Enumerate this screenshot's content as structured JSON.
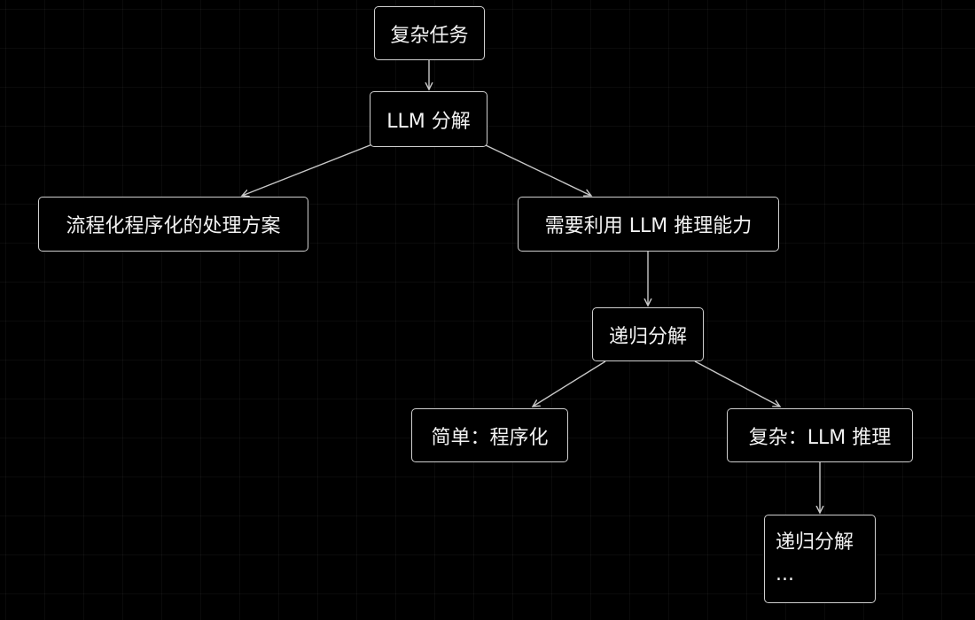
{
  "diagram": {
    "nodes": [
      {
        "id": "complex_task",
        "label": "复杂任务"
      },
      {
        "id": "llm_decompose",
        "label": "LLM 分解"
      },
      {
        "id": "procedural_plan",
        "label": "流程化程序化的处理方案"
      },
      {
        "id": "need_llm_reasoning",
        "label": "需要利用 LLM 推理能力"
      },
      {
        "id": "recursive_decompose",
        "label": "递归分解"
      },
      {
        "id": "simple_procedural",
        "label": "简单：程序化"
      },
      {
        "id": "complex_llm_reasoning",
        "label": "复杂：LLM 推理"
      },
      {
        "id": "recursive_decompose_2",
        "label": "递归分解",
        "continuation": "..."
      }
    ],
    "edges": [
      {
        "from": "complex_task",
        "to": "llm_decompose"
      },
      {
        "from": "llm_decompose",
        "to": "procedural_plan"
      },
      {
        "from": "llm_decompose",
        "to": "need_llm_reasoning"
      },
      {
        "from": "need_llm_reasoning",
        "to": "recursive_decompose"
      },
      {
        "from": "recursive_decompose",
        "to": "simple_procedural"
      },
      {
        "from": "recursive_decompose",
        "to": "complex_llm_reasoning"
      },
      {
        "from": "complex_llm_reasoning",
        "to": "recursive_decompose_2"
      }
    ],
    "colors": {
      "background": "#000000",
      "node_border": "#cfcfcf",
      "text": "#f2f2f2",
      "edge": "#c8c8c8"
    }
  }
}
